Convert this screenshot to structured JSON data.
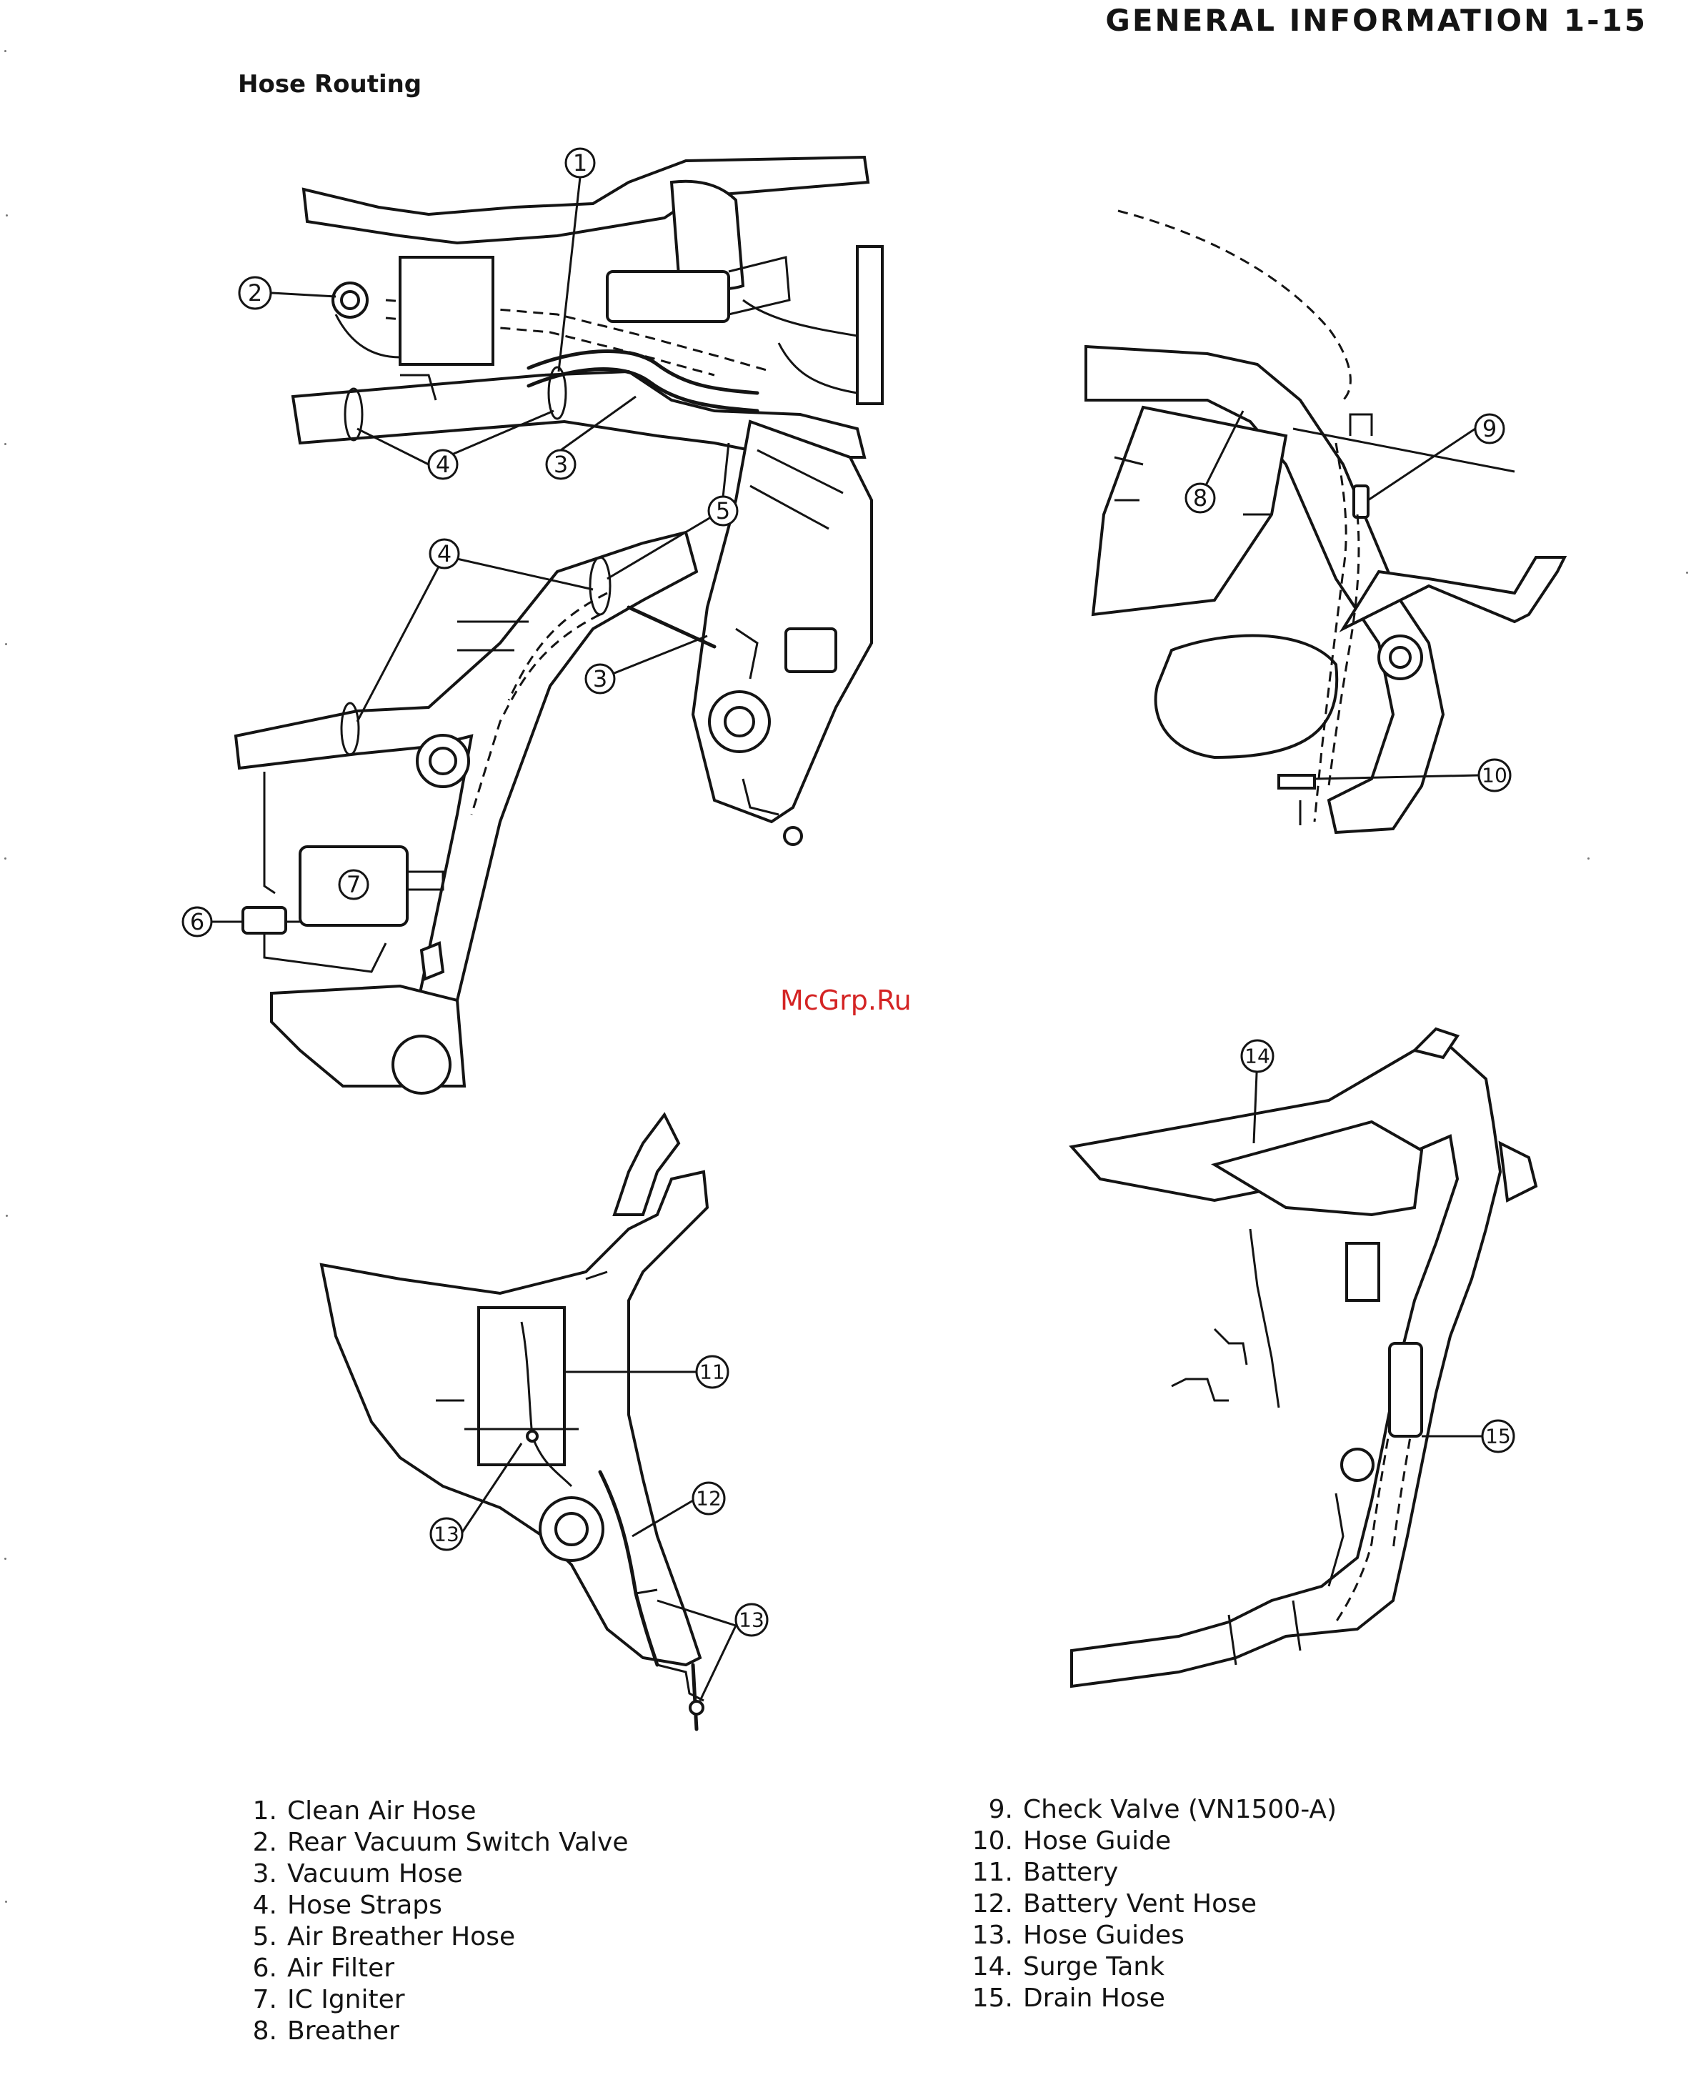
{
  "header": {
    "title": "GENERAL INFORMATION 1-15"
  },
  "section": {
    "title": "Hose Routing"
  },
  "watermark": "McGrp.Ru",
  "callout_numbers": [
    "1",
    "2",
    "3",
    "4",
    "5",
    "6",
    "7",
    "8",
    "9",
    "10",
    "11",
    "12",
    "13",
    "14",
    "15"
  ],
  "legend_left": [
    {
      "num": "1.",
      "label": "Clean Air Hose"
    },
    {
      "num": "2.",
      "label": "Rear Vacuum Switch Valve"
    },
    {
      "num": "3.",
      "label": "Vacuum Hose"
    },
    {
      "num": "4.",
      "label": "Hose Straps"
    },
    {
      "num": "5.",
      "label": "Air Breather Hose"
    },
    {
      "num": "6.",
      "label": "Air Filter"
    },
    {
      "num": "7.",
      "label": "IC Igniter"
    },
    {
      "num": "8.",
      "label": "Breather"
    }
  ],
  "legend_right": [
    {
      "num": "9.",
      "label": "Check Valve (VN1500-A)"
    },
    {
      "num": "10.",
      "label": "Hose Guide"
    },
    {
      "num": "11.",
      "label": "Battery"
    },
    {
      "num": "12.",
      "label": "Battery Vent Hose"
    },
    {
      "num": "13.",
      "label": "Hose Guides"
    },
    {
      "num": "14.",
      "label": "Surge Tank"
    },
    {
      "num": "15.",
      "label": "Drain Hose"
    }
  ]
}
